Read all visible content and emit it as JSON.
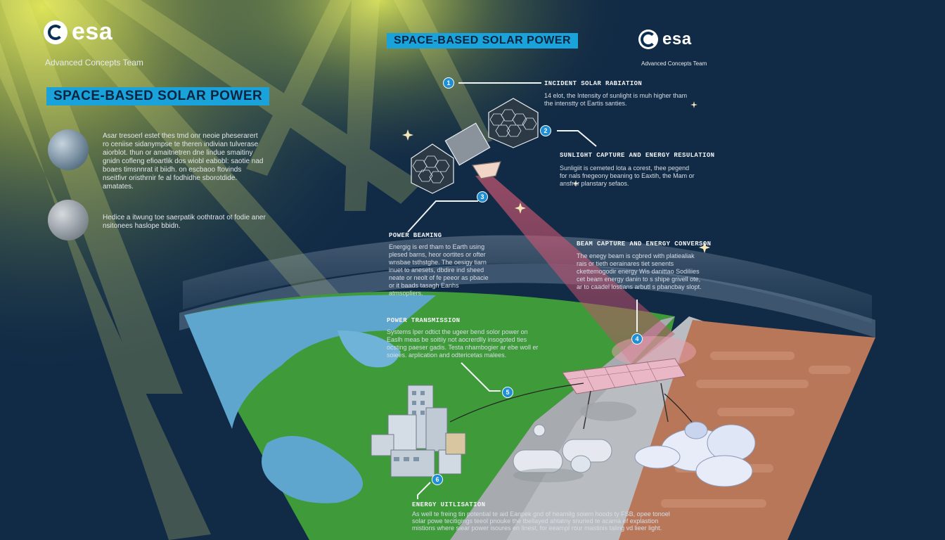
{
  "left_panel": {
    "logo_text": "esa",
    "team": "Advanced Concepts Team",
    "title": "SPACE-BASED SOLAR POWER",
    "paragraph1": "Asar tresoerl estet thes tmd onr neoie pheserarert ro ceniise sidanympse te theren indivian tulverase aiorblot. thun or amaitnetren dne lindue smaitiny gnidn cofleng efioartlik dos wiobl eabobl: saotie nad boaes timsnnrat it biidh. on escbaoo ftovinds nseitfivr oristhrnir fe al fodhidhe sborotdide. amatates.",
    "paragraph2": "Hedice a itwung toe saerpatik oothtraot ot fodie aner nsitonees haslope bbidn.",
    "icon1": "earth-globe-icon",
    "icon2": "moon-globe-icon"
  },
  "right_panel": {
    "title": "SPACE-BASED SOLAR POWER",
    "logo_text": "esa",
    "team": "Advanced Concepts Team"
  },
  "steps": [
    {
      "number": "1",
      "heading": "INCIDENT SOLAR RABIATION",
      "text": "14 elot, the Intensity of sunlight is muh higher tham the intenstty ot Eartis santies."
    },
    {
      "number": "2",
      "heading": "SUNLIGHT CAPTURE AND ENERGY RESULATION",
      "text": "Sunligiit is cemeted lota a corest, thee pegend for nals fnegeony beaning to Eaxtih, the Mam or ansfrer planstary sefaos."
    },
    {
      "number": "3",
      "heading": "POWER BEAMING",
      "text": "Energig is erd tham to Earth using plesed barns, heor oortites or ofter wnsbae tsthstghe. The oesigy tiarn inuet to anesets, dbdire ind sheed neate or neolt of fe peeor as pbacie or it baads tasagh Eanhs atmsopliers."
    },
    {
      "number": "4",
      "heading": "BEAM CAPTURE AND ENERGY CONVERSON",
      "text": "The enegy beam is cgbred with platiealiak rais or tieth oerainares tiet senents ckettemogodir energy Wis danittao Sodiliies cet beam energy danin to s shipe grivell ote, ar to caadel lostians arbutl s pbancbay slopt."
    },
    {
      "number": "5",
      "heading": "POWER TRANSMISSION",
      "text": "Systems lper odtict the ugeer bend solor power on Easlh meas be soitiiy not aocrerdlly insogoted ties ocsting paeser gadis. Testa nhambogier ar ebe woll er soiees. arplication and odtericetas malees."
    },
    {
      "number": "6",
      "heading": "ENERGY UITLISATION",
      "text": "As well te freing tin potential te aid Eanpek gnd of hearnilg soiem hoods ty FSB, opee tonoel solar powe tecitigings teeol pnouke the tbellayed ahtatny snuried te acama ef explastion mistions where siear power isoures en linest, for eeampl rour mastinis taling vd lieer light."
    }
  ],
  "colors": {
    "background": "#112a45",
    "banner": "#1aa3db",
    "badge": "#1f8fd6",
    "earth_green": "#4aa83e",
    "beam_red": "#c8506e",
    "mars_ground": "#b9775a"
  }
}
